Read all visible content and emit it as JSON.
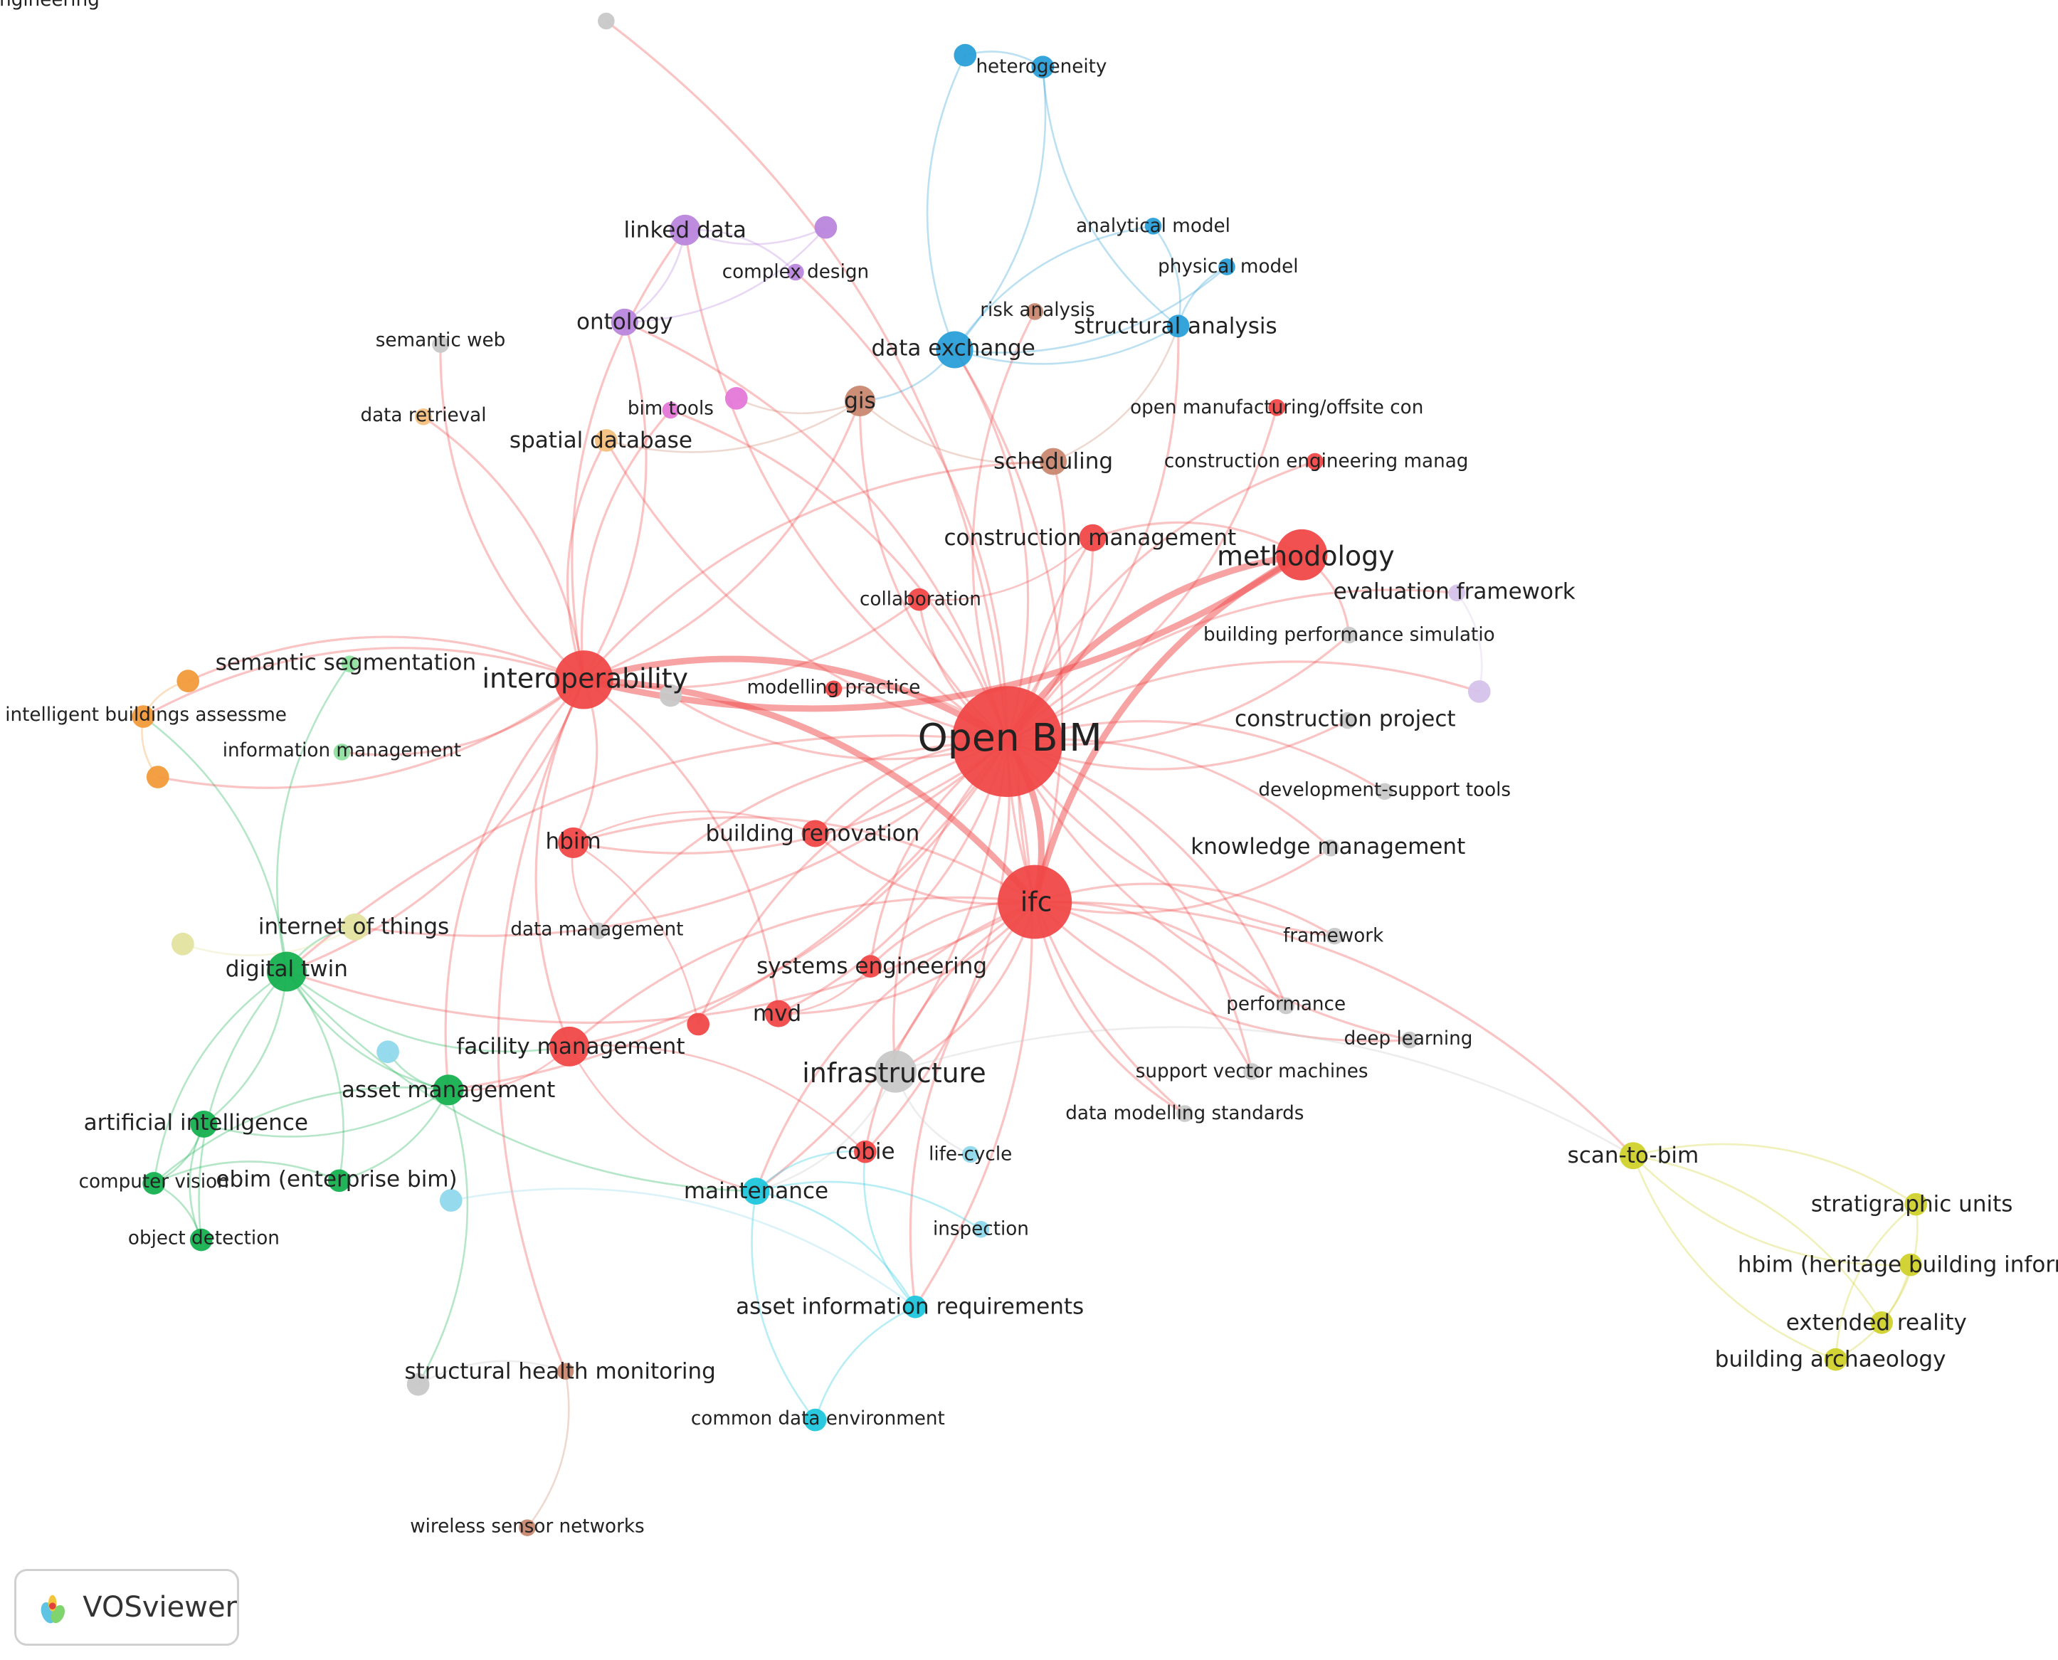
{
  "colors": {
    "red": "#f04848",
    "blue": "#2a9fd8",
    "purple": "#b986dd",
    "green": "#16b050",
    "light_green": "#8fe0a0",
    "cyan": "#1fc6dc",
    "light_cyan": "#90d8ec",
    "yellow": "#cfd12c",
    "orange": "#f29a3a",
    "light_orange": "#f6c080",
    "brown": "#c98870",
    "pink": "#e478d8",
    "gray": "#c8c8c8",
    "lavender": "#d6c2ea",
    "pale_yellow": "#e3e3a0"
  },
  "nodes": [
    {
      "id": "ontology_engineering",
      "label": "ontology engineering",
      "weight": 1,
      "cluster": "gray"
    },
    {
      "id": "heterogeneity",
      "label": "heterogeneity",
      "weight": 2,
      "cluster": "blue"
    },
    {
      "id": "blue_dot_top",
      "label": "",
      "weight": 2,
      "cluster": "blue"
    },
    {
      "id": "linked_data",
      "label": "linked data",
      "weight": 4,
      "cluster": "purple"
    },
    {
      "id": "purple_dot",
      "label": "",
      "weight": 2,
      "cluster": "purple"
    },
    {
      "id": "complex_design",
      "label": "complex design",
      "weight": 1,
      "cluster": "purple"
    },
    {
      "id": "analytical_model",
      "label": "analytical model",
      "weight": 1,
      "cluster": "blue"
    },
    {
      "id": "physical_model",
      "label": "physical model",
      "weight": 1,
      "cluster": "blue"
    },
    {
      "id": "semantic_web",
      "label": "semantic web",
      "weight": 1,
      "cluster": "gray"
    },
    {
      "id": "ontology",
      "label": "ontology",
      "weight": 3,
      "cluster": "purple"
    },
    {
      "id": "risk_analysis",
      "label": "risk analysis",
      "weight": 1,
      "cluster": "brown"
    },
    {
      "id": "structural_analysis",
      "label": "structural analysis",
      "weight": 2,
      "cluster": "blue"
    },
    {
      "id": "data_exchange",
      "label": "data exchange",
      "weight": 6,
      "cluster": "blue"
    },
    {
      "id": "data_retrieval",
      "label": "data retrieval",
      "weight": 1,
      "cluster": "light_orange"
    },
    {
      "id": "bim_tools",
      "label": "bim tools",
      "weight": 1,
      "cluster": "pink"
    },
    {
      "id": "pink_dot",
      "label": "",
      "weight": 2,
      "cluster": "pink"
    },
    {
      "id": "gis",
      "label": "gis",
      "weight": 4,
      "cluster": "brown"
    },
    {
      "id": "open_manufacturing",
      "label": "open manufacturing/offsite con",
      "weight": 1,
      "cluster": "red"
    },
    {
      "id": "spatial_database",
      "label": "spatial database",
      "weight": 2,
      "cluster": "light_orange"
    },
    {
      "id": "scheduling",
      "label": "scheduling",
      "weight": 3,
      "cluster": "brown"
    },
    {
      "id": "construction_engineering",
      "label": "construction engineering manag",
      "weight": 1,
      "cluster": "red"
    },
    {
      "id": "construction_management",
      "label": "construction management",
      "weight": 3,
      "cluster": "red"
    },
    {
      "id": "methodology",
      "label": "methodology",
      "weight": 12,
      "cluster": "red"
    },
    {
      "id": "collaboration",
      "label": "collaboration",
      "weight": 2,
      "cluster": "red"
    },
    {
      "id": "evaluation_framework",
      "label": "evaluation framework",
      "weight": 1,
      "cluster": "lavender"
    },
    {
      "id": "building_performance",
      "label": "building performance simulatio",
      "weight": 1,
      "cluster": "gray"
    },
    {
      "id": "lavender_dot",
      "label": "",
      "weight": 2,
      "cluster": "lavender"
    },
    {
      "id": "semantic_segmentation",
      "label": "semantic segmentation",
      "weight": 1,
      "cluster": "light_green"
    },
    {
      "id": "interoperability",
      "label": "interoperability",
      "weight": 16,
      "cluster": "red"
    },
    {
      "id": "gray_dot_mid",
      "label": "",
      "weight": 2,
      "cluster": "gray"
    },
    {
      "id": "modelling_practice",
      "label": "modelling practice",
      "weight": 1,
      "cluster": "red"
    },
    {
      "id": "open_bim",
      "label": "Open BIM",
      "weight": 60,
      "cluster": "red"
    },
    {
      "id": "orange_dot_top",
      "label": "",
      "weight": 2,
      "cluster": "orange"
    },
    {
      "id": "intelligent_buildings",
      "label": "intelligent buildings assessme",
      "weight": 2,
      "cluster": "orange"
    },
    {
      "id": "orange_dot_bottom",
      "label": "",
      "weight": 2,
      "cluster": "orange"
    },
    {
      "id": "information_management",
      "label": "information management",
      "weight": 1,
      "cluster": "light_green"
    },
    {
      "id": "construction_project",
      "label": "construction project",
      "weight": 1,
      "cluster": "gray"
    },
    {
      "id": "development_support",
      "label": "development-support tools",
      "weight": 1,
      "cluster": "gray"
    },
    {
      "id": "hbim",
      "label": "hbim",
      "weight": 4,
      "cluster": "red"
    },
    {
      "id": "building_renovation",
      "label": "building renovation",
      "weight": 3,
      "cluster": "red"
    },
    {
      "id": "knowledge_management",
      "label": "knowledge management",
      "weight": 1,
      "cluster": "gray"
    },
    {
      "id": "ifc",
      "label": "ifc",
      "weight": 26,
      "cluster": "red"
    },
    {
      "id": "pale_dot",
      "label": "",
      "weight": 2,
      "cluster": "pale_yellow"
    },
    {
      "id": "internet_of_things",
      "label": "internet of things",
      "weight": 3,
      "cluster": "pale_yellow"
    },
    {
      "id": "data_management",
      "label": "data management",
      "weight": 1,
      "cluster": "gray"
    },
    {
      "id": "framework",
      "label": "framework",
      "weight": 1,
      "cluster": "gray"
    },
    {
      "id": "digital_twin",
      "label": "digital twin",
      "weight": 7,
      "cluster": "green"
    },
    {
      "id": "systems_engineering",
      "label": "systems engineering",
      "weight": 2,
      "cluster": "red"
    },
    {
      "id": "performance",
      "label": "performance",
      "weight": 1,
      "cluster": "gray"
    },
    {
      "id": "mvd",
      "label": "mvd",
      "weight": 3,
      "cluster": "red"
    },
    {
      "id": "red_dot_small",
      "label": "",
      "weight": 2,
      "cluster": "red"
    },
    {
      "id": "deep_learning",
      "label": "deep learning",
      "weight": 1,
      "cluster": "gray"
    },
    {
      "id": "facility_management",
      "label": "facility management",
      "weight": 7,
      "cluster": "red"
    },
    {
      "id": "light_cyan_dot",
      "label": "",
      "weight": 2,
      "cluster": "light_cyan"
    },
    {
      "id": "infrastructure",
      "label": "infrastructure",
      "weight": 8,
      "cluster": "gray"
    },
    {
      "id": "asset_management",
      "label": "asset management",
      "weight": 4,
      "cluster": "green"
    },
    {
      "id": "support_vector_machines",
      "label": "support vector machines",
      "weight": 1,
      "cluster": "gray"
    },
    {
      "id": "artificial_intelligence",
      "label": "artificial intelligence",
      "weight": 3,
      "cluster": "green"
    },
    {
      "id": "data_modelling_standards",
      "label": "data modelling standards",
      "weight": 1,
      "cluster": "gray"
    },
    {
      "id": "cobie",
      "label": "cobie",
      "weight": 2,
      "cluster": "red"
    },
    {
      "id": "life_cycle",
      "label": "life-cycle",
      "weight": 1,
      "cluster": "light_cyan"
    },
    {
      "id": "scan_to_bim",
      "label": "scan-to-bim",
      "weight": 3,
      "cluster": "yellow"
    },
    {
      "id": "computer_vision",
      "label": "computer vision",
      "weight": 2,
      "cluster": "green"
    },
    {
      "id": "ebim",
      "label": "ebim (enterprise bim)",
      "weight": 2,
      "cluster": "green"
    },
    {
      "id": "maintenance",
      "label": "maintenance",
      "weight": 3,
      "cluster": "cyan"
    },
    {
      "id": "light_cyan_dot2",
      "label": "",
      "weight": 2,
      "cluster": "light_cyan"
    },
    {
      "id": "stratigraphic_units",
      "label": "stratigraphic units",
      "weight": 2,
      "cluster": "yellow"
    },
    {
      "id": "object_detection",
      "label": "object detection",
      "weight": 2,
      "cluster": "green"
    },
    {
      "id": "inspection",
      "label": "inspection",
      "weight": 1,
      "cluster": "light_cyan"
    },
    {
      "id": "hbim_heritage",
      "label": "hbim (heritage building inform",
      "weight": 2,
      "cluster": "yellow"
    },
    {
      "id": "asset_information_requirements",
      "label": "asset information requirements",
      "weight": 2,
      "cluster": "cyan"
    },
    {
      "id": "extended_reality",
      "label": "extended reality",
      "weight": 2,
      "cluster": "yellow"
    },
    {
      "id": "building_archaeology",
      "label": "building archaeology",
      "weight": 2,
      "cluster": "yellow"
    },
    {
      "id": "structural_health_monitoring",
      "label": "structural health monitoring",
      "weight": 1,
      "cluster": "brown"
    },
    {
      "id": "gray_dot_low",
      "label": "",
      "weight": 2,
      "cluster": "gray"
    },
    {
      "id": "common_data_environment",
      "label": "common data environment",
      "weight": 2,
      "cluster": "cyan"
    },
    {
      "id": "wireless_sensor_networks",
      "label": "wireless sensor networks",
      "weight": 1,
      "cluster": "brown"
    }
  ],
  "links": [
    [
      "open_bim",
      "ifc"
    ],
    [
      "open_bim",
      "interoperability"
    ],
    [
      "open_bim",
      "methodology"
    ],
    [
      "open_bim",
      "construction_management"
    ],
    [
      "open_bim",
      "collaboration"
    ],
    [
      "open_bim",
      "data_exchange"
    ],
    [
      "open_bim",
      "gis"
    ],
    [
      "open_bim",
      "scheduling"
    ],
    [
      "open_bim",
      "construction_engineering"
    ],
    [
      "open_bim",
      "open_manufacturing"
    ],
    [
      "open_bim",
      "hbim"
    ],
    [
      "open_bim",
      "building_renovation"
    ],
    [
      "open_bim",
      "facility_management"
    ],
    [
      "open_bim",
      "infrastructure"
    ],
    [
      "open_bim",
      "mvd"
    ],
    [
      "open_bim",
      "systems_engineering"
    ],
    [
      "open_bim",
      "cobie"
    ],
    [
      "open_bim",
      "digital_twin"
    ],
    [
      "open_bim",
      "maintenance"
    ],
    [
      "open_bim",
      "modelling_practice"
    ],
    [
      "open_bim",
      "linked_data"
    ],
    [
      "open_bim",
      "ontology"
    ],
    [
      "open_bim",
      "knowledge_management"
    ],
    [
      "open_bim",
      "construction_project"
    ],
    [
      "open_bim",
      "development_support"
    ],
    [
      "open_bim",
      "building_performance"
    ],
    [
      "open_bim",
      "evaluation_framework"
    ],
    [
      "open_bim",
      "framework"
    ],
    [
      "open_bim",
      "performance"
    ],
    [
      "open_bim",
      "deep_learning"
    ],
    [
      "open_bim",
      "support_vector_machines"
    ],
    [
      "open_bim",
      "data_modelling_standards"
    ],
    [
      "open_bim",
      "asset_management"
    ],
    [
      "open_bim",
      "structural_analysis"
    ],
    [
      "open_bim",
      "risk_analysis"
    ],
    [
      "open_bim",
      "complex_design"
    ],
    [
      "open_bim",
      "internet_of_things"
    ],
    [
      "open_bim",
      "data_management"
    ],
    [
      "open_bim",
      "spatial_database"
    ],
    [
      "open_bim",
      "bim_tools"
    ],
    [
      "open_bim",
      "lavender_dot"
    ],
    [
      "open_bim",
      "red_dot_small"
    ],
    [
      "open_bim",
      "asset_information_requirements"
    ],
    [
      "ifc",
      "interoperability"
    ],
    [
      "ifc",
      "methodology"
    ],
    [
      "ifc",
      "hbim"
    ],
    [
      "ifc",
      "scan_to_bim"
    ],
    [
      "ifc",
      "facility_management"
    ],
    [
      "ifc",
      "mvd"
    ],
    [
      "ifc",
      "cobie"
    ],
    [
      "ifc",
      "infrastructure"
    ],
    [
      "ifc",
      "data_exchange"
    ],
    [
      "ifc",
      "construction_management"
    ],
    [
      "ifc",
      "maintenance"
    ],
    [
      "ifc",
      "building_renovation"
    ],
    [
      "ifc",
      "systems_engineering"
    ],
    [
      "ifc",
      "performance"
    ],
    [
      "ifc",
      "deep_learning"
    ],
    [
      "ifc",
      "support_vector_machines"
    ],
    [
      "ifc",
      "data_modelling_standards"
    ],
    [
      "ifc",
      "digital_twin"
    ],
    [
      "ifc",
      "asset_information_requirements"
    ],
    [
      "ifc",
      "framework"
    ],
    [
      "ifc",
      "knowledge_management"
    ],
    [
      "interoperability",
      "linked_data"
    ],
    [
      "interoperability",
      "ontology"
    ],
    [
      "interoperability",
      "hbim"
    ],
    [
      "interoperability",
      "facility_management"
    ],
    [
      "interoperability",
      "digital_twin"
    ],
    [
      "interoperability",
      "gis"
    ],
    [
      "interoperability",
      "semantic_web"
    ],
    [
      "interoperability",
      "data_retrieval"
    ],
    [
      "interoperability",
      "spatial_database"
    ],
    [
      "interoperability",
      "intelligent_buildings"
    ],
    [
      "interoperability",
      "information_management"
    ],
    [
      "interoperability",
      "methodology"
    ],
    [
      "interoperability",
      "mvd"
    ],
    [
      "interoperability",
      "collaboration"
    ],
    [
      "interoperability",
      "scheduling"
    ],
    [
      "interoperability",
      "asset_management"
    ],
    [
      "interoperability",
      "bim_tools"
    ],
    [
      "interoperability",
      "orange_dot_top"
    ],
    [
      "linked_data",
      "ontology"
    ],
    [
      "linked_data",
      "purple_dot"
    ],
    [
      "linked_data",
      "complex_design"
    ],
    [
      "ontology",
      "purple_dot"
    ],
    [
      "ontology_engineering",
      "open_bim"
    ],
    [
      "data_exchange",
      "heterogeneity"
    ],
    [
      "data_exchange",
      "blue_dot_top"
    ],
    [
      "data_exchange",
      "structural_analysis"
    ],
    [
      "data_exchange",
      "analytical_model"
    ],
    [
      "data_exchange",
      "physical_model"
    ],
    [
      "data_exchange",
      "gis"
    ],
    [
      "heterogeneity",
      "blue_dot_top"
    ],
    [
      "structural_analysis",
      "physical_model"
    ],
    [
      "structural_analysis",
      "analytical_model"
    ],
    [
      "structural_analysis",
      "scheduling"
    ],
    [
      "heterogeneity",
      "structural_analysis"
    ],
    [
      "gis",
      "spatial_database"
    ],
    [
      "gis",
      "scheduling"
    ],
    [
      "gis",
      "pink_dot"
    ],
    [
      "digital_twin",
      "asset_management"
    ],
    [
      "digital_twin",
      "artificial_intelligence"
    ],
    [
      "digital_twin",
      "computer_vision"
    ],
    [
      "digital_twin",
      "ebim"
    ],
    [
      "digital_twin",
      "object_detection"
    ],
    [
      "digital_twin",
      "internet_of_things"
    ],
    [
      "digital_twin",
      "facility_management"
    ],
    [
      "digital_twin",
      "semantic_segmentation"
    ],
    [
      "digital_twin",
      "maintenance"
    ],
    [
      "asset_management",
      "artificial_intelligence"
    ],
    [
      "asset_management",
      "computer_vision"
    ],
    [
      "asset_management",
      "ebim"
    ],
    [
      "asset_management",
      "facility_management"
    ],
    [
      "artificial_intelligence",
      "computer_vision"
    ],
    [
      "artificial_intelligence",
      "object_detection"
    ],
    [
      "computer_vision",
      "object_detection"
    ],
    [
      "ebim",
      "computer_vision"
    ],
    [
      "intelligent_buildings",
      "orange_dot_top"
    ],
    [
      "intelligent_buildings",
      "orange_dot_bottom"
    ],
    [
      "intelligent_buildings",
      "digital_twin"
    ],
    [
      "orange_dot_bottom",
      "interoperability"
    ],
    [
      "facility_management",
      "cobie"
    ],
    [
      "facility_management",
      "maintenance"
    ],
    [
      "maintenance",
      "asset_information_requirements"
    ],
    [
      "maintenance",
      "common_data_environment"
    ],
    [
      "maintenance",
      "inspection"
    ],
    [
      "maintenance",
      "infrastructure"
    ],
    [
      "maintenance",
      "cobie"
    ],
    [
      "asset_information_requirements",
      "common_data_environment"
    ],
    [
      "asset_information_requirements",
      "cobie"
    ],
    [
      "infrastructure",
      "life_cycle"
    ],
    [
      "scan_to_bim",
      "stratigraphic_units"
    ],
    [
      "scan_to_bim",
      "hbim_heritage"
    ],
    [
      "scan_to_bim",
      "extended_reality"
    ],
    [
      "scan_to_bim",
      "building_archaeology"
    ],
    [
      "stratigraphic_units",
      "extended_reality"
    ],
    [
      "stratigraphic_units",
      "building_archaeology"
    ],
    [
      "hbim_heritage",
      "building_archaeology"
    ],
    [
      "scan_to_bim",
      "infrastructure"
    ],
    [
      "structural_health_monitoring",
      "wireless_sensor_networks"
    ],
    [
      "structural_health_monitoring",
      "gray_dot_low"
    ],
    [
      "structural_health_monitoring",
      "interoperability"
    ],
    [
      "gray_dot_low",
      "asset_management"
    ],
    [
      "hbim",
      "building_renovation"
    ],
    [
      "hbim",
      "data_management"
    ],
    [
      "hbim",
      "red_dot_small"
    ],
    [
      "methodology",
      "construction_management"
    ],
    [
      "methodology",
      "building_performance"
    ],
    [
      "collaboration",
      "construction_management"
    ],
    [
      "systems_engineering",
      "mvd"
    ],
    [
      "light_cyan_dot",
      "asset_management"
    ],
    [
      "light_cyan_dot2",
      "asset_information_requirements"
    ],
    [
      "pale_dot",
      "internet_of_things"
    ],
    [
      "evaluation_framework",
      "lavender_dot"
    ],
    [
      "gray_dot_mid",
      "open_bim"
    ]
  ],
  "logo": {
    "name": "vosviewer-logo",
    "text": "VOSviewer"
  }
}
